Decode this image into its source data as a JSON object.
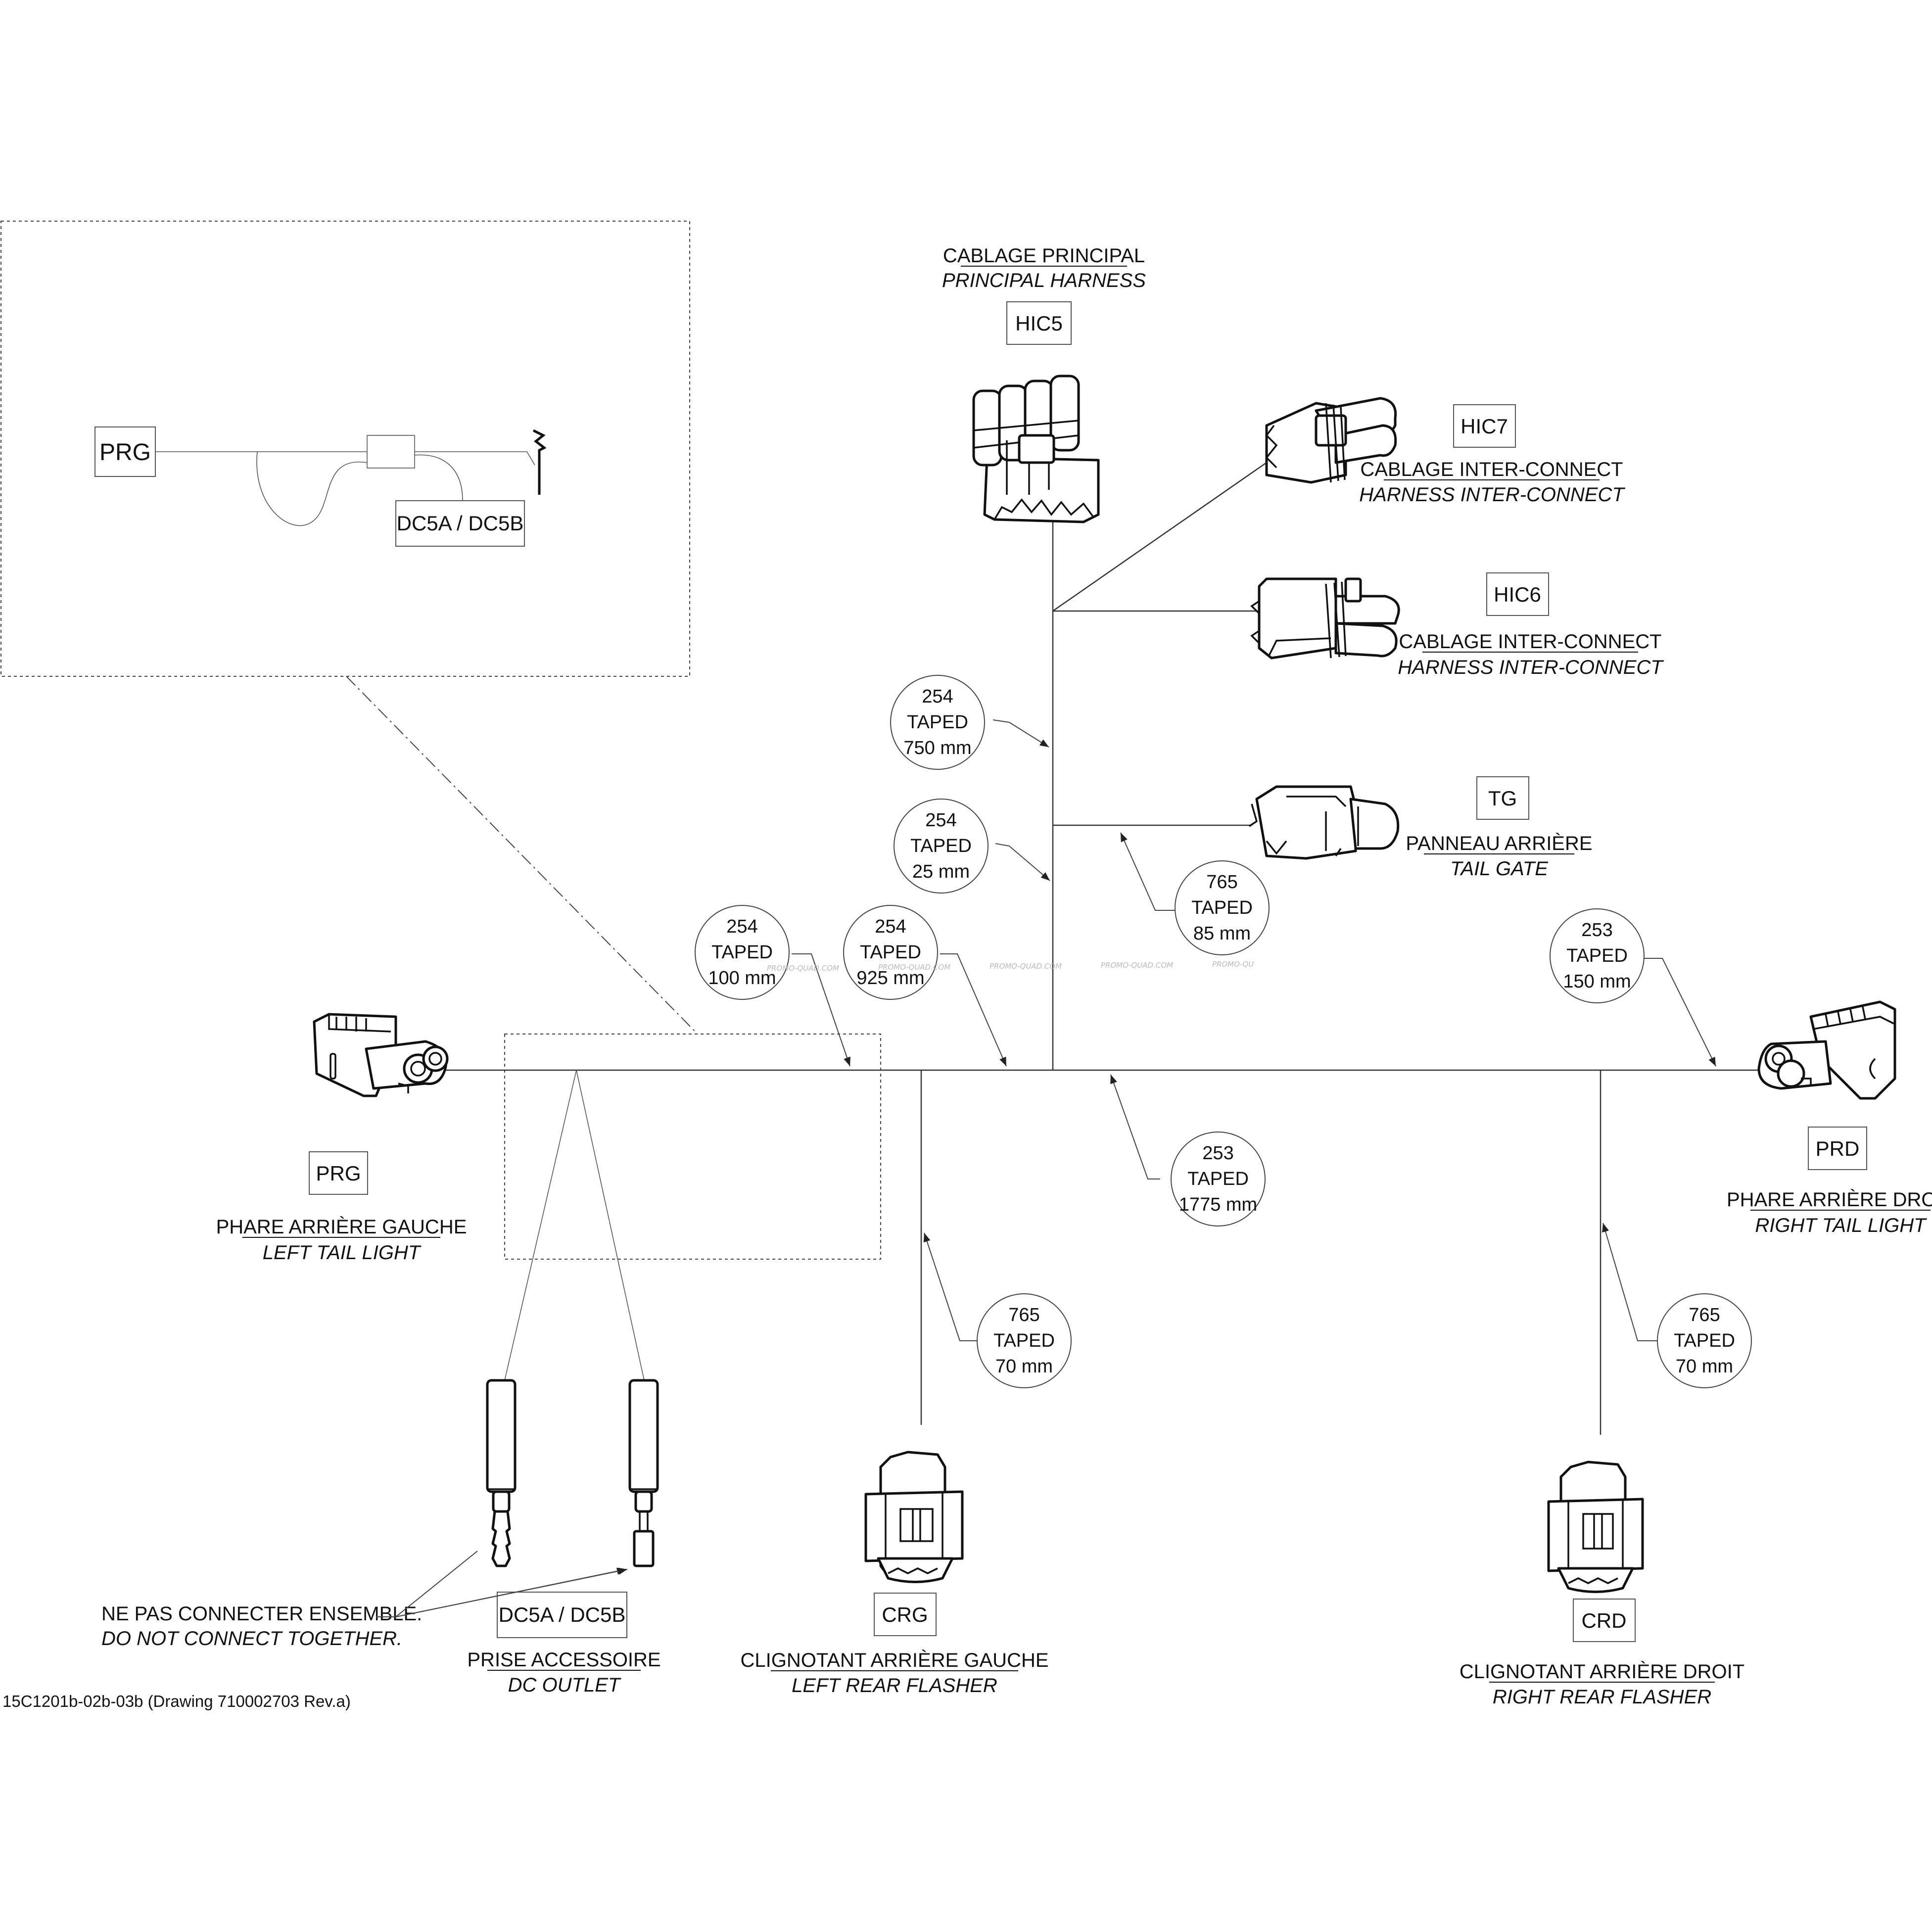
{
  "detail_view": {
    "prg_tag": "PRG",
    "dc_tag": "DC5A / DC5B"
  },
  "connectors": {
    "hic5": {
      "tag": "HIC5",
      "line1": "CABLAGE PRINCIPAL",
      "line2": "PRINCIPAL HARNESS"
    },
    "hic7": {
      "tag": "HIC7",
      "line1": "CABLAGE INTER-CONNECT",
      "line2": "HARNESS INTER-CONNECT"
    },
    "hic6": {
      "tag": "HIC6",
      "line1": "CABLAGE INTER-CONNECT",
      "line2": "HARNESS INTER-CONNECT"
    },
    "tg": {
      "tag": "TG",
      "line1": "PANNEAU ARRIÈRE",
      "line2": "TAIL GATE"
    },
    "prg": {
      "tag": "PRG",
      "line1": "PHARE ARRIÈRE GAUCHE",
      "line2": "LEFT TAIL LIGHT"
    },
    "prd": {
      "tag": "PRD",
      "line1": "PHARE ARRIÈRE DROIT",
      "line2": "RIGHT TAIL LIGHT"
    },
    "dc": {
      "tag": "DC5A / DC5B",
      "line1": "PRISE ACCESSOIRE",
      "line2": "DC OUTLET"
    },
    "crg": {
      "tag": "CRG",
      "line1": "CLIGNOTANT ARRIÈRE GAUCHE",
      "line2": "LEFT REAR FLASHER"
    },
    "crd": {
      "tag": "CRD",
      "line1": "CLIGNOTANT ARRIÈRE DROIT",
      "line2": "RIGHT REAR FLASHER"
    }
  },
  "callouts": [
    {
      "code": "254",
      "type": "TAPED",
      "length": "750 mm"
    },
    {
      "code": "254",
      "type": "TAPED",
      "length": "25 mm"
    },
    {
      "code": "765",
      "type": "TAPED",
      "length": "85 mm"
    },
    {
      "code": "254",
      "type": "TAPED",
      "length": "100 mm"
    },
    {
      "code": "254",
      "type": "TAPED",
      "length": "925 mm"
    },
    {
      "code": "253",
      "type": "TAPED",
      "length": "150 mm"
    },
    {
      "code": "253",
      "type": "TAPED",
      "length": "1775 mm"
    },
    {
      "code": "765",
      "type": "TAPED",
      "length": "70 mm"
    },
    {
      "code": "765",
      "type": "TAPED",
      "length": "70 mm"
    }
  ],
  "note": {
    "line1": "NE PAS CONNECTER ENSEMBLE.",
    "line2": "DO NOT CONNECT TOGETHER."
  },
  "watermark": [
    "PROMO-QUAD.COM",
    "PROMO-QUAD.COM",
    "PROMO-QUAD.COM",
    "PROMO-QUAD.COM",
    "PROMO-QU"
  ],
  "footer": "15C1201b-02b-03b (Drawing 710002703 Rev.a)"
}
